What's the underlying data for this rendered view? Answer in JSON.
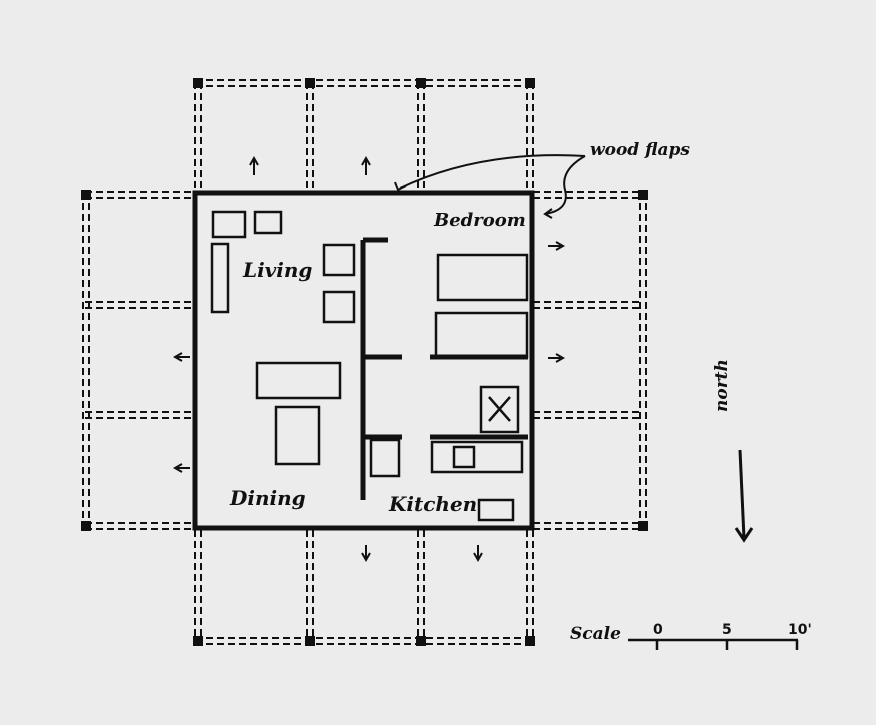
{
  "diagram": {
    "type": "floor_plan",
    "rooms": [
      {
        "name": "Living"
      },
      {
        "name": "Bedroom"
      },
      {
        "name": "Dining"
      },
      {
        "name": "Kitchen"
      }
    ],
    "annotations": {
      "wood_flaps": "wood flaps",
      "north": "north"
    },
    "scale": {
      "label": "Scale",
      "ticks": [
        "0",
        "5",
        "10'"
      ]
    }
  }
}
